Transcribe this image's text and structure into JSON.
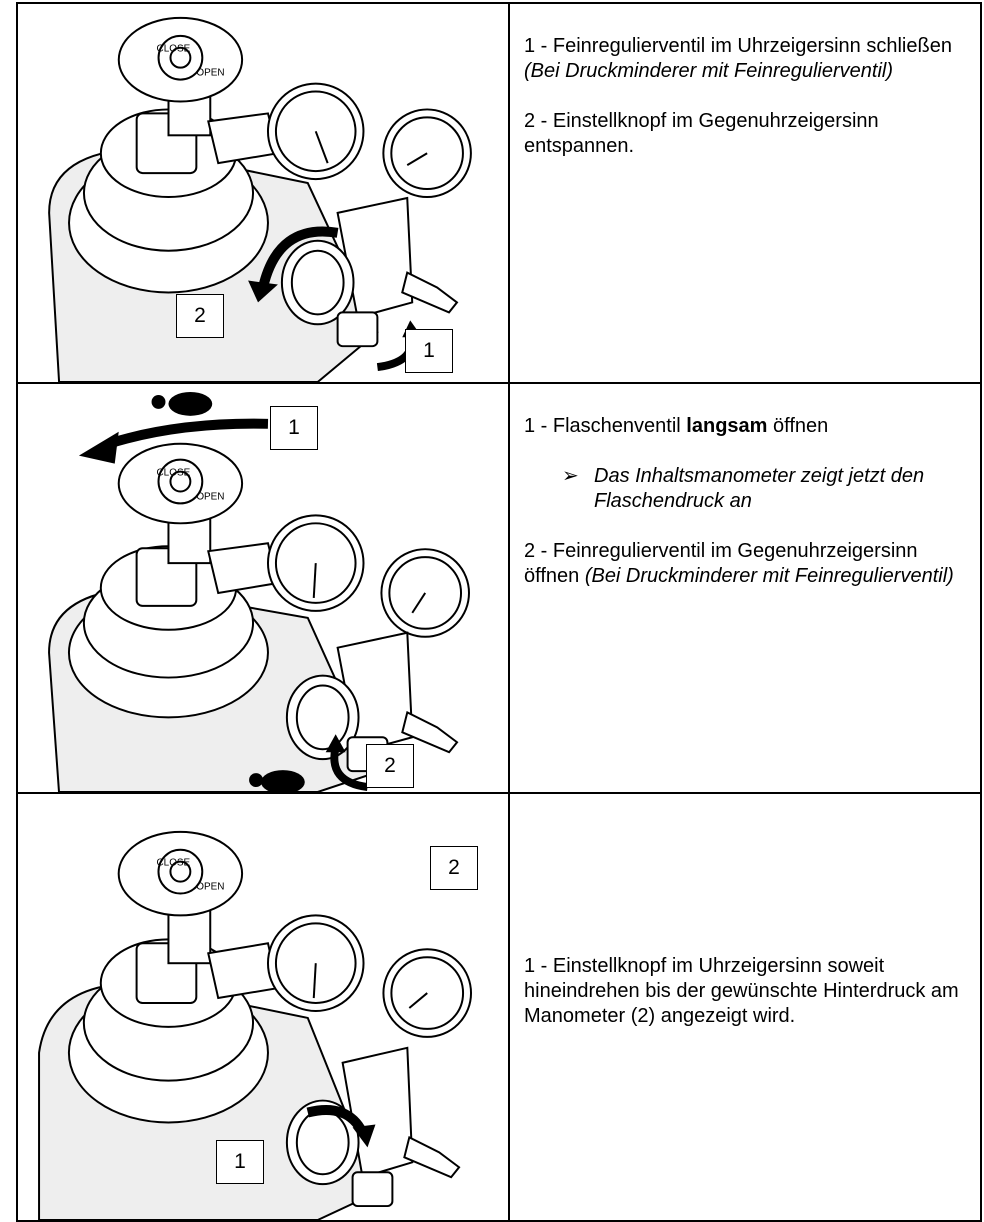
{
  "callouts": {
    "row1_a": "2",
    "row1_b": "1",
    "row2_a": "1",
    "row2_b": "2",
    "row3_a": "2",
    "row3_b": "1"
  },
  "valve_labels": {
    "close": "CLOSE",
    "open": "OPEN"
  },
  "row1": {
    "step1_main": "1 - Feinregulierventil im Uhrzeigersinn schließen ",
    "step1_note": "(Bei Druckminderer mit Feinregulierventil)",
    "step2": "2 - Einstellknopf im Gegenuhrzeigersinn entspannen."
  },
  "row2": {
    "step1_prefix": "1 - Flaschenventil ",
    "step1_bold": "langsam",
    "step1_suffix": " öffnen",
    "bullet_mark": "➢",
    "bullet_text": "Das Inhaltsmanometer zeigt jetzt den Flaschendruck an",
    "step2_main": "2 - Feinregulierventil im Gegenuhrzeigersinn öffnen ",
    "step2_note": "(Bei Druckminderer mit Feinregulierventil)"
  },
  "row3": {
    "step1": "1 - Einstellknopf im Uhrzeigersinn soweit hineindrehen bis der gewünschte Hinterdruck am Manometer (2) angezeigt wird."
  }
}
